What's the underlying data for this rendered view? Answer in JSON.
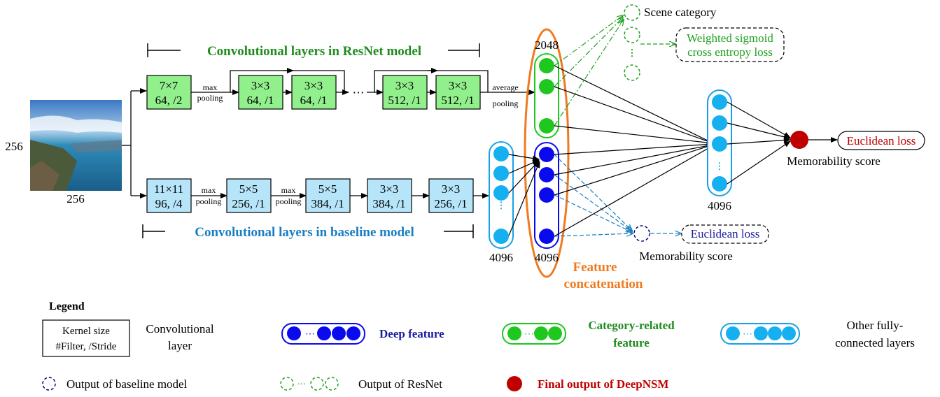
{
  "input": {
    "size_left": "256",
    "size_bottom": "256"
  },
  "resnet": {
    "title": "Convolutional layers in ResNet model",
    "conv1": {
      "kernel": "7×7",
      "filt": "64, /2"
    },
    "pool1": "max pooling",
    "b1a": {
      "kernel": "3×3",
      "filt": "64, /1"
    },
    "b1b": {
      "kernel": "3×3",
      "filt": "64, /1"
    },
    "ellipsis": "⋯",
    "b2a": {
      "kernel": "3×3",
      "filt": "512, /1"
    },
    "b2b": {
      "kernel": "3×3",
      "filt": "512, /1"
    },
    "pool2": "average pooling",
    "fc_count": "2048"
  },
  "baseline": {
    "title": "Convolutional layers in baseline model",
    "c1": {
      "kernel": "11×11",
      "filt": "96, /4"
    },
    "pool1": "max pooling",
    "c2": {
      "kernel": "5×5",
      "filt": "256, /1"
    },
    "pool2": "max pooling",
    "c3": {
      "kernel": "5×5",
      "filt": "384, /1"
    },
    "c4": {
      "kernel": "3×3",
      "filt": "384, /1"
    },
    "c5": {
      "kernel": "3×3",
      "filt": "256, /1"
    },
    "fc_count": "4096",
    "deep_count": "4096"
  },
  "outputs": {
    "scene_category": "Scene category",
    "weighted_loss_line1": "Weighted sigmoid",
    "weighted_loss_line2": "cross entropy loss",
    "baseline_loss": "Euclidean loss",
    "baseline_score": "Memorability score",
    "final_loss": "Euclidean loss",
    "final_score": "Memorability score",
    "fc_count": "4096",
    "concat_line1": "Feature",
    "concat_line2": "concatenation"
  },
  "legend": {
    "title": "Legend",
    "conv_box_line1": "Kernel size",
    "conv_box_line2": "#Filter, /Stride",
    "conv_label_line1": "Convolutional",
    "conv_label_line2": "layer",
    "deep_feature": "Deep feature",
    "category_line1": "Category-related",
    "category_line2": "feature",
    "other_line1": "Other fully-",
    "other_line2": "connected layers",
    "baseline_output": "Output of baseline model",
    "resnet_output": "Output of ResNet",
    "final_output": "Final output of DeepNSM"
  },
  "colors": {
    "green_fill": "#92f08c",
    "green_dark": "#1fa01f",
    "green_node": "#1ec81e",
    "cyan_fill": "#b6e4f8",
    "cyan_node": "#16b0f0",
    "cyan_border": "#1aa0e8",
    "blue_node": "#0a0aee",
    "blue_dark": "#00008b",
    "orange": "#f07a20",
    "red": "#c00000",
    "resnet_title": "#1e8c1e",
    "baseline_title": "#1a7fc0",
    "deep_title": "#1a1aa0"
  }
}
